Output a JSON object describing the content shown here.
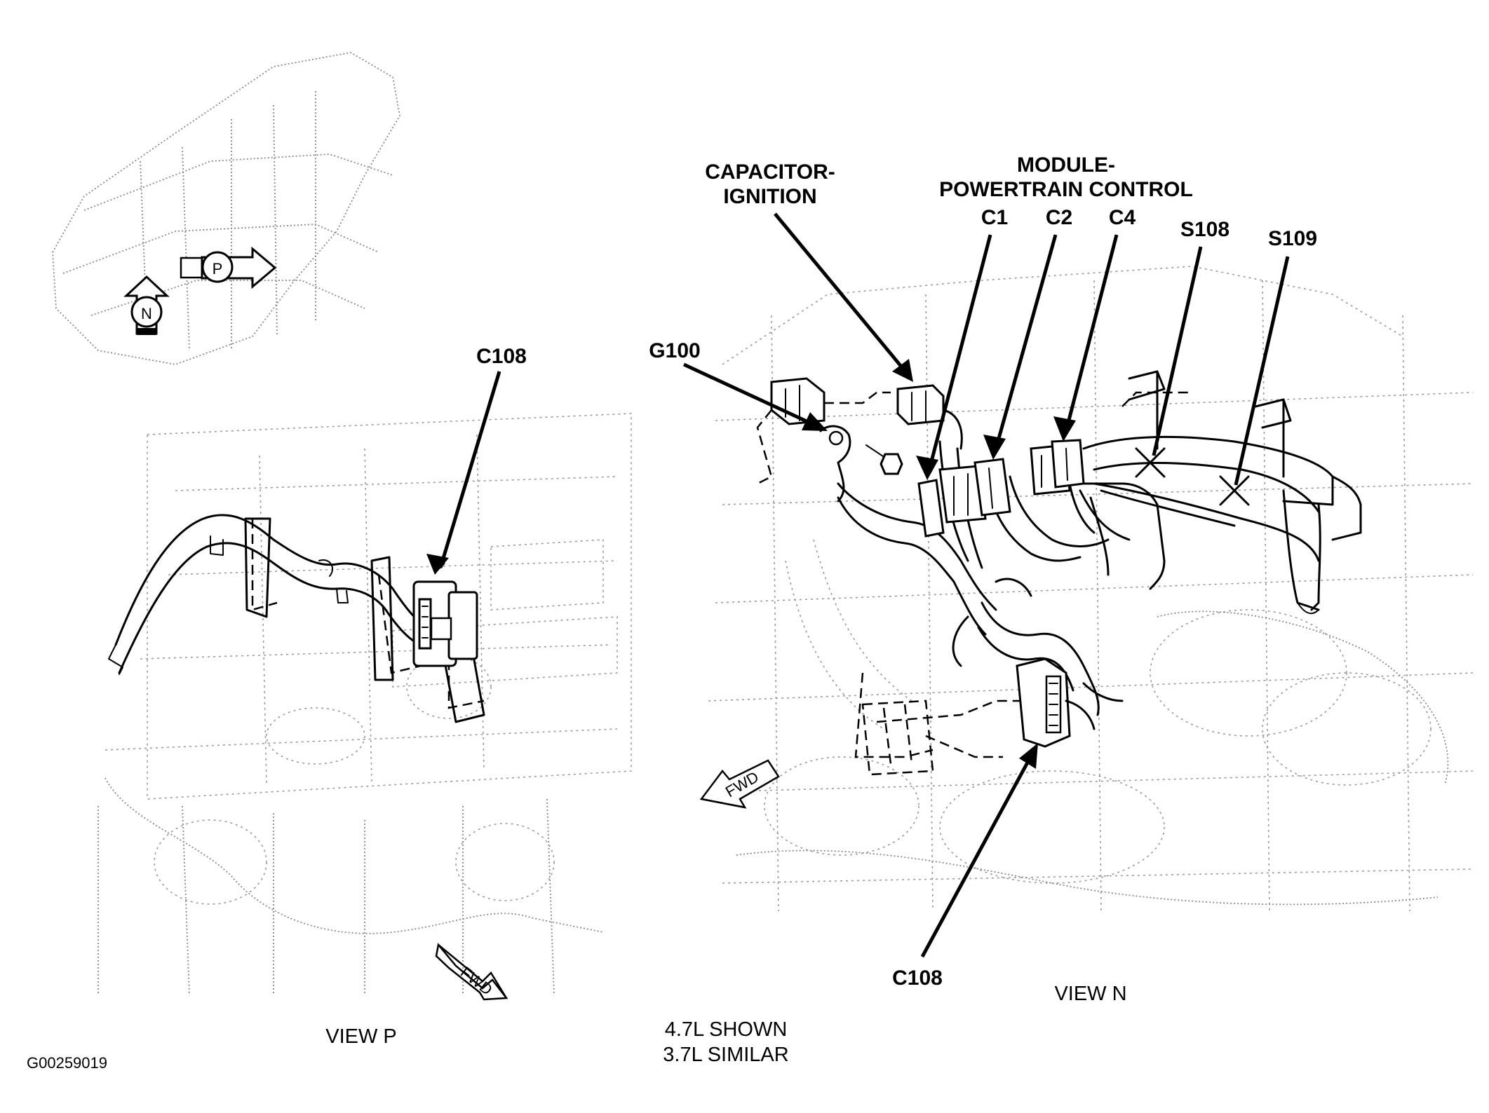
{
  "labels": {
    "capacitor_ignition": [
      "CAPACITOR-",
      "IGNITION"
    ],
    "module_pcm": [
      "MODULE-",
      "POWERTRAIN CONTROL"
    ],
    "c1": "C1",
    "c2": "C2",
    "c4": "C4",
    "s108": "S108",
    "s109": "S109",
    "g100": "G100",
    "c108_view_p": "C108",
    "c108_view_n": "C108",
    "view_p": "VIEW P",
    "view_n": "VIEW N",
    "engine_note": [
      "4.7L SHOWN",
      "3.7L SIMILAR"
    ],
    "figure_id": "G00259019",
    "fwd_view_p": "FWD",
    "fwd_view_n": "FWD",
    "locator_p": "P",
    "locator_n": "N"
  }
}
